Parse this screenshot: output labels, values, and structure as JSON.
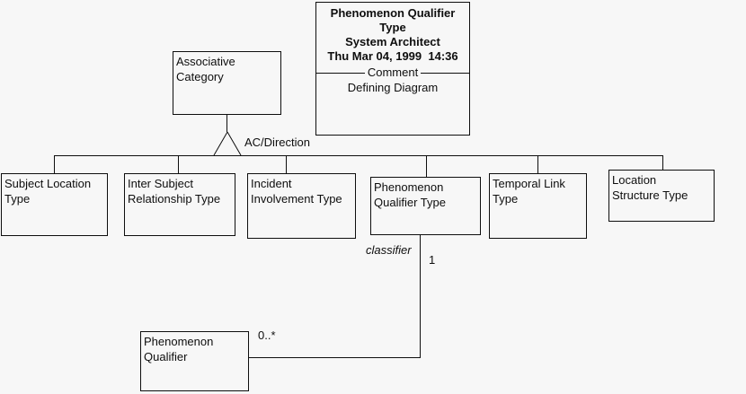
{
  "colors": {
    "background": "#f7f7f7",
    "line": "#0e0e0e",
    "text": "#0e0e0e"
  },
  "header_box": {
    "title_lines": [
      "Phenomenon Qualifier",
      "Type"
    ],
    "tool": "System Architect",
    "timestamp": "Thu Mar 04, 1999  14:36",
    "separator_label": "Comment",
    "comment": "Defining Diagram"
  },
  "parent_box": {
    "lines": [
      "Associative",
      "Category"
    ]
  },
  "branch_label": "AC/Direction",
  "child_boxes": [
    {
      "lines": [
        "Subject Location",
        "Type"
      ]
    },
    {
      "lines": [
        "Inter Subject",
        "Relationship Type"
      ]
    },
    {
      "lines": [
        "Incident",
        "Involvement Type"
      ]
    },
    {
      "lines": [
        "Phenomenon",
        "Qualifier Type"
      ]
    },
    {
      "lines": [
        "Temporal Link",
        "Type"
      ]
    },
    {
      "lines": [
        "Location",
        "Structure Type"
      ]
    }
  ],
  "association": {
    "role_label": "classifier",
    "source_multiplicity": "1",
    "target_multiplicity": "0..*"
  },
  "target_box": {
    "lines": [
      "Phenomenon",
      "Qualifier"
    ]
  }
}
